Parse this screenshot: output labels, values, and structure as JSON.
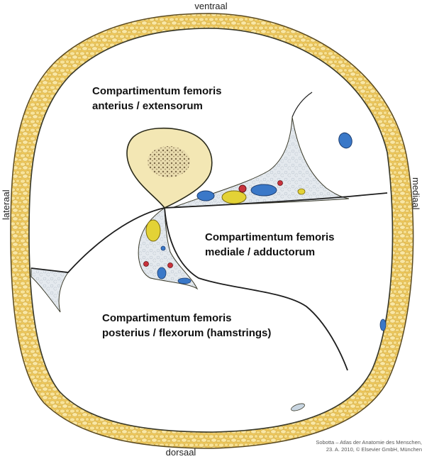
{
  "orientation": {
    "top": "ventraal",
    "bottom": "dorsaal",
    "left": "lateraal",
    "right": "mediaal"
  },
  "compartments": {
    "anterior": {
      "line1": "Compartimentum femoris",
      "line2": "anterius / extensorum"
    },
    "medial": {
      "line1": "Compartimentum femoris",
      "line2": "mediale / adductorum"
    },
    "posterior": {
      "line1": "Compartimentum femoris",
      "line2": "posterius / flexorum (hamstrings)"
    }
  },
  "credit": {
    "line1": "Sobotta – Atlas der Anatomie des Menschen,",
    "line2": "23. A. 2010, © Elsevier GmbH, München"
  },
  "colors": {
    "fat": "#f2d36e",
    "fat_lobule": "#f7e39a",
    "fascia_line": "#3a3a2a",
    "bone": "#f3e7b4",
    "marrow": "#8a7a5a",
    "vein": "#3a78c8",
    "artery": "#c8323c",
    "nerve": "#e3d236",
    "connective_tissue": "#dde4ea"
  }
}
